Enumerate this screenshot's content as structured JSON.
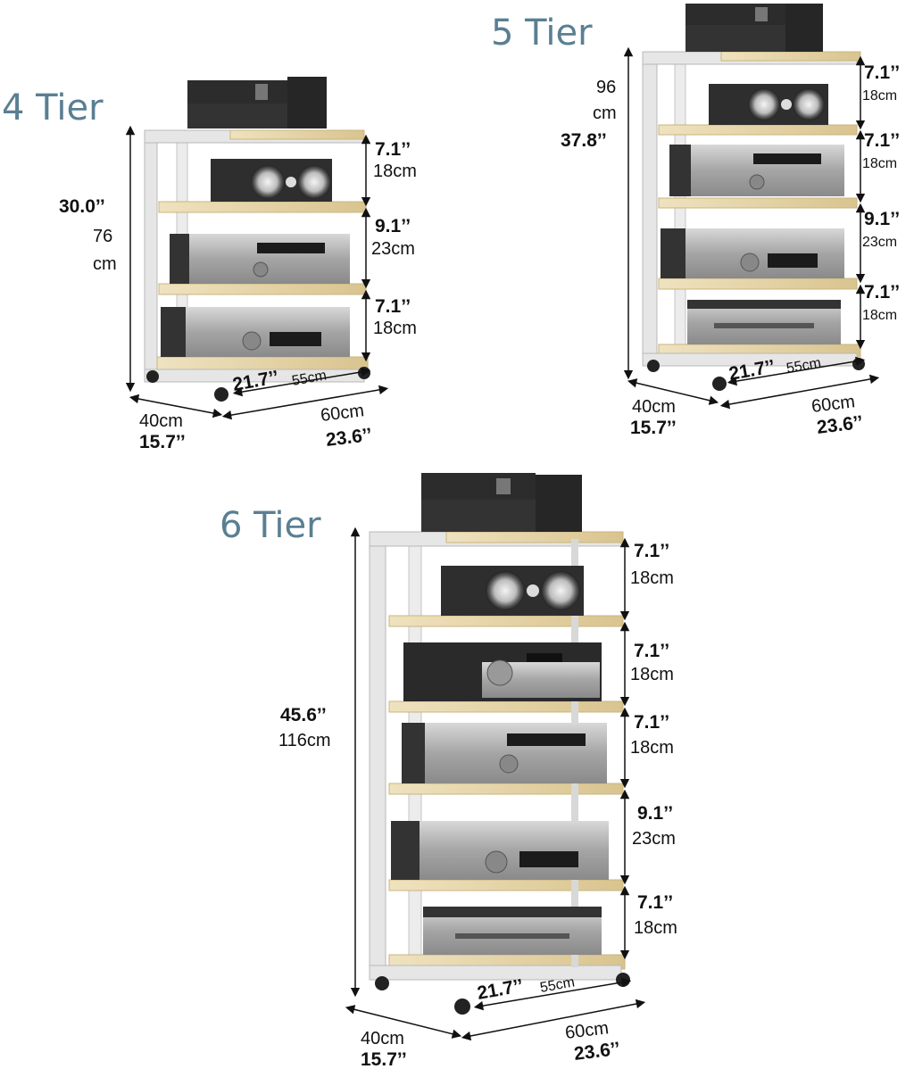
{
  "racks": {
    "tier4": {
      "title": "4 Tier",
      "height_in": "30.0’’",
      "height_cm_value": "76",
      "height_cm_unit": "cm",
      "spacings": [
        {
          "in": "7.1’’",
          "cm": "18cm"
        },
        {
          "in": "9.1’’",
          "cm": "23cm"
        },
        {
          "in": "7.1’’",
          "cm": "18cm"
        }
      ],
      "depth_in": "21.7’’",
      "depth_cm": "55cm",
      "side_cm": "40cm",
      "side_in": "15.7’’",
      "width_cm": "60cm",
      "width_in": "23.6’’"
    },
    "tier5": {
      "title": "5 Tier",
      "height_cm_value": "96",
      "height_cm_unit": "cm",
      "height_in": "37.8’’",
      "spacings": [
        {
          "in": "7.1’’",
          "cm": "18cm"
        },
        {
          "in": "7.1’’",
          "cm": "18cm"
        },
        {
          "in": "9.1’’",
          "cm": "23cm"
        },
        {
          "in": "7.1’’",
          "cm": "18cm"
        }
      ],
      "depth_in": "21.7’’",
      "depth_cm": "55cm",
      "side_cm": "40cm",
      "side_in": "15.7’’",
      "width_cm": "60cm",
      "width_in": "23.6’’"
    },
    "tier6": {
      "title": "6 Tier",
      "height_in": "45.6’’",
      "height_cm": "116cm",
      "spacings": [
        {
          "in": "7.1’’",
          "cm": "18cm"
        },
        {
          "in": "7.1’’",
          "cm": "18cm"
        },
        {
          "in": "7.1’’",
          "cm": "18cm"
        },
        {
          "in": "9.1’’",
          "cm": "23cm"
        },
        {
          "in": "7.1’’",
          "cm": "18cm"
        }
      ],
      "depth_in": "21.7’’",
      "depth_cm": "55cm",
      "side_cm": "40cm",
      "side_in": "15.7’’",
      "width_cm": "60cm",
      "width_in": "23.6’’"
    }
  },
  "colors": {
    "title": "#5a7f92",
    "frame": "#e6e6e6",
    "frame_edge": "#b8b8b8",
    "shelf_wood": "#e2cf9e",
    "device_silver": "#a9a9a9",
    "device_black": "#2c2c2c"
  }
}
